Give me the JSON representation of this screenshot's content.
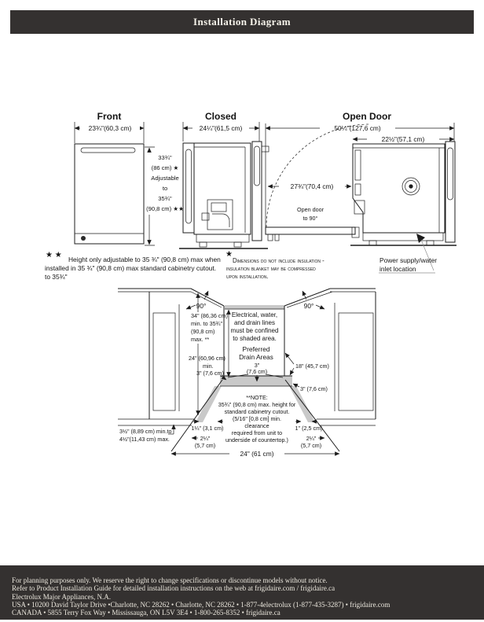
{
  "header": {
    "title": "Installation Diagram"
  },
  "front": {
    "title": "Front",
    "width_dim": "23¾\"(60,3 cm)",
    "height_dim_lines": [
      "33¾\"",
      "(86 cm) ★",
      "Adjustable",
      "to",
      "35¾\"",
      "(90,8 cm) ★★"
    ]
  },
  "closed": {
    "title": "Closed",
    "width_dim": "24¼\"(61,5 cm)"
  },
  "open_door": {
    "title": "Open Door",
    "overall_width_dim": "50¼\"(127,6 cm)",
    "cabinet_width_dim": "22½\"(57,1 cm)",
    "door_projection_dim": "27¾\"(70,4 cm)",
    "door_swing_lines": [
      "Open door",
      "to 90°"
    ],
    "power_note_lines": [
      "Power supply/water",
      "inlet location"
    ]
  },
  "notes": {
    "height_marker": "★ ★",
    "height_lines": [
      "Height only adjustable to 35 ¾\" (90,8 cm) max when",
      "installed in 35 ¾\" (90,8 cm) max standard cabinetry cutout.",
      "to 35¾\""
    ],
    "insulation_marker": "★",
    "insulation_lines": [
      "Dimensions do not include insulation -",
      "insulation blanket may be compressed",
      "upon installation."
    ]
  },
  "cutout": {
    "angle_left": "90°",
    "angle_right": "90°",
    "confine_lines": [
      "Electrical, water,",
      "and drain  lines",
      "must  be confined",
      "to shaded  area."
    ],
    "drain_lines": [
      "Preferred",
      "Drain Areas"
    ],
    "gap3_lines": [
      "3\"",
      "(7,6 cm)"
    ],
    "height_lines": [
      "34\" (86,36 cm)",
      "min. to 35¾\"",
      "(90,8 cm)",
      "max. **"
    ],
    "depth_lines": [
      "24\" (60,96 cm)",
      "min."
    ],
    "left_3": "3\" (7,6 cm)",
    "right_18": "18\" (45,7 cm)",
    "right_3": "3\" (7,6 cm)",
    "note_lines": [
      "**NOTE:",
      "35¾\" (90,8 cm) max. height for",
      "standard cabinetry cutout.",
      "(5/16\" [0,8 cm] min.",
      "clearance",
      "required from unit to",
      "underside of countertop.)"
    ],
    "toe_lines": [
      "3½\" (8,89 cm) min.to",
      "4½\"(11,43 cm) max."
    ],
    "band_width": "1¼\" (3,1 cm)",
    "left_margin_lines": [
      "2¼\"",
      "(5,7 cm)"
    ],
    "right_band": "1\" (2,5 cm)",
    "right_margin_lines": [
      "2¼\"",
      "(5,7 cm)"
    ],
    "front_width": "24\" (61 cm)"
  },
  "footer": {
    "lines": [
      "For planning purposes only.  We reserve the right to change specifications or discontinue models without notice.",
      "Refer to Product Installation Guide for detailed installation instructions on the web at frigidaire.com / frigidaire.ca",
      "Electrolux Major Appliances, N.A.",
      "USA • 10200 David Taylor Drive •Charlotte, NC 28262 • Charlotte, NC 28262 • 1-877-4electrolux (1-877-435-3287) • frigidaire.com",
      "CANADA • 5855 Terry Fox Way • Mississauga, ON L5V 3E4 • 1-800-265-8352 • frigidaire.ca"
    ]
  },
  "colors": {
    "bar": "#343130",
    "shading": "#c9c9c9",
    "line": "#1c1c1c"
  }
}
